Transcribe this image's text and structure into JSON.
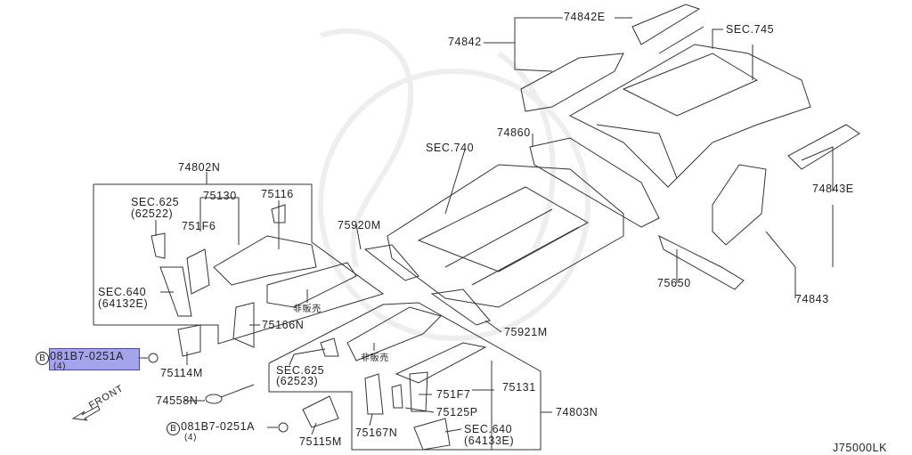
{
  "diagram_code": "J75000LK",
  "direction_label": "FRONT",
  "not_sold_label": "非販売",
  "highlight_color": "#5a5adc",
  "callouts": {
    "p74842E": "74842E",
    "p74842": "74842",
    "sec745": "SEC.745",
    "p74860": "74860",
    "sec740": "SEC.740",
    "p74802N": "74802N",
    "sec625a": "SEC.625",
    "sec625a_sub": "(62522)",
    "p75130": "75130",
    "p75116": "75116",
    "p751F6": "751F6",
    "p75920M": "75920M",
    "p74843E": "74843E",
    "sec640a": "SEC.640",
    "sec640a_sub": "(64132E)",
    "p75166N": "75166N",
    "p75650": "75650",
    "p74843": "74843",
    "bolt_a": "081B7-0251A",
    "bolt_a_qty": "(4)",
    "bolt_symbol": "B",
    "p75114M": "75114M",
    "p75921M": "75921M",
    "sec625b": "SEC.625",
    "sec625b_sub": "(62523)",
    "p75131": "75131",
    "p751F7": "751F7",
    "p74558N": "74558N",
    "p75125P": "75125P",
    "p74803N": "74803N",
    "bolt_b": "081B7-0251A",
    "bolt_b_qty": "(4)",
    "p75115M": "75115M",
    "p75167N": "75167N",
    "sec640b": "SEC.640",
    "sec640b_sub": "(64133E)"
  }
}
